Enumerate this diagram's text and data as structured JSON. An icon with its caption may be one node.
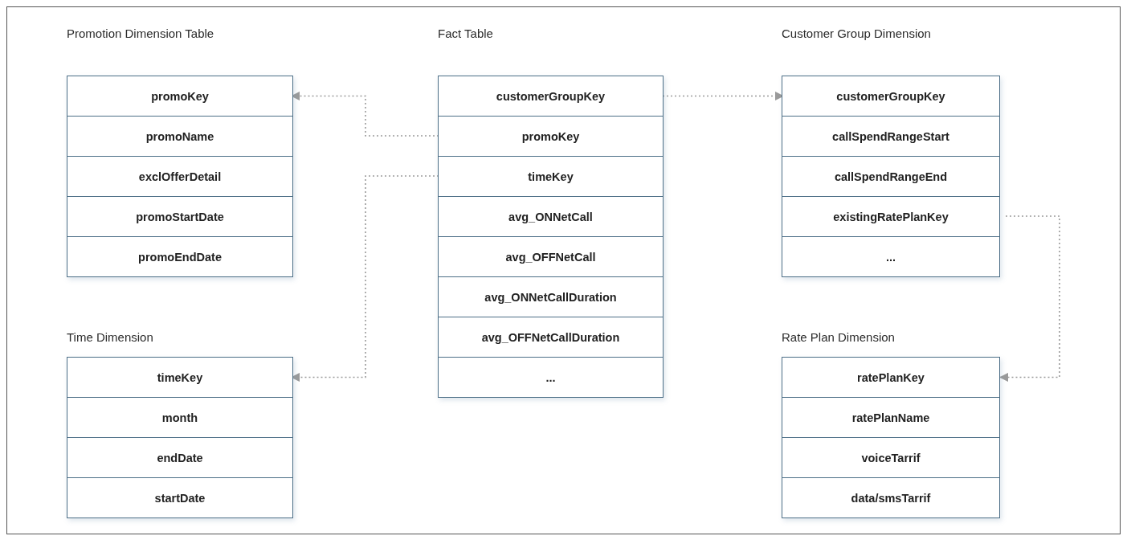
{
  "diagram": {
    "nodes": [
      {
        "text": [
          "Promotion Dimension Table"
        ]
      },
      {
        "text": [
          "promoKey"
        ],
        "in": 0
      },
      {
        "text": [
          "promoName"
        ],
        "in": 0
      },
      {
        "text": [
          "exclOfferDetail"
        ],
        "in": 0
      },
      {
        "text": [
          "promoStartDate"
        ],
        "in": 0
      },
      {
        "text": [
          "promoEndDate"
        ],
        "in": 0
      },
      {
        "text": [
          "Fact Table"
        ]
      },
      {
        "text": [
          "customerGroupKey"
        ],
        "in": 6
      },
      {
        "text": [
          "promoKey"
        ],
        "in": 6
      },
      {
        "text": [
          "timeKey"
        ],
        "in": 6
      },
      {
        "text": [
          "avg_ONNetCall"
        ],
        "in": 6
      },
      {
        "text": [
          "avg_OFFNetCall"
        ],
        "in": 6
      },
      {
        "text": [
          "avg_ONNetCallDuration"
        ],
        "in": 6
      },
      {
        "text": [
          "avg_OFFNetCallDuration"
        ],
        "in": 6
      },
      {
        "text": [
          "..."
        ],
        "in": 6
      },
      {
        "text": [
          "Customer Group Dimension"
        ]
      },
      {
        "text": [
          "customerGroupKey"
        ],
        "in": 15
      },
      {
        "text": [
          "callSpendRangeStart"
        ],
        "in": 15
      },
      {
        "text": [
          "callSpendRangeEnd"
        ],
        "in": 15
      },
      {
        "text": [
          "existingRatePlanKey"
        ],
        "in": 15
      },
      {
        "text": [
          "..."
        ],
        "in": 15
      },
      {
        "text": [
          "Time Dimension"
        ]
      },
      {
        "text": [
          "timeKey"
        ],
        "in": 21
      },
      {
        "text": [
          "month"
        ],
        "in": 21
      },
      {
        "text": [
          "endDate"
        ],
        "in": 21
      },
      {
        "text": [
          "startDate"
        ],
        "in": 21
      },
      {
        "text": [
          "Rate Plan Dimension"
        ]
      },
      {
        "text": [
          "ratePlanKey"
        ],
        "in": 26
      },
      {
        "text": [
          "ratePlanName"
        ],
        "in": 26
      },
      {
        "text": [
          "voiceTarrif"
        ],
        "in": 26
      },
      {
        "text": [
          "data/smsTarrif"
        ],
        "in": 26
      }
    ],
    "edges": [
      {
        "from": 8,
        "to": 1,
        "arrow": "to",
        "style": "dashed"
      },
      {
        "from": 7,
        "to": 16,
        "arrow": "to",
        "style": "dashed"
      },
      {
        "from": 9,
        "to": 22,
        "arrow": "to",
        "style": "dashed"
      },
      {
        "from": 19,
        "to": 27,
        "arrow": "to",
        "style": "dashed"
      }
    ]
  }
}
